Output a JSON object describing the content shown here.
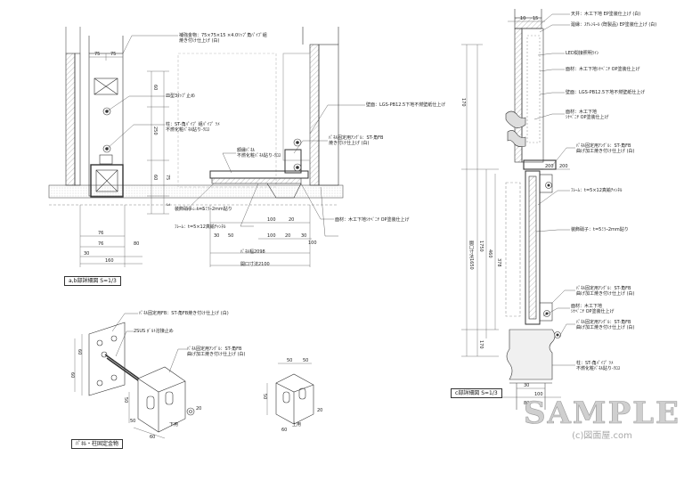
{
  "titles": {
    "ab_detail": "a,b部詳細図  S=1/3",
    "c_detail": "c部詳細図  S=1/3",
    "hardware": "ﾊﾟﾈﾙ・柱固定金物"
  },
  "watermark": {
    "main": "SAMPLE",
    "sub": "(c)図面屋.com"
  },
  "ab_labels": {
    "hokyou": "補強金物：75×75×15 ×4.0ﾘｯﾌﾟ角ﾊﾟｲﾌﾟ組",
    "hokyou2": "焼き付け仕上げ (白)",
    "bolt": "皿型3ﾀｯﾌﾟ止め",
    "hashira": "柱：ST-角ﾊﾟｲﾌﾟ 組ﾊﾟｲﾌﾟ ﾂﾒ",
    "hashira2": "不燃化粧ﾊﾟﾈﾙ貼り-ｸﾛｽ",
    "heki": "壁面：LGS-PB12.5下地不燃壁紙仕上げ",
    "panel_kotei": "ﾊﾟﾈﾙ固定用ｱﾝｸﾞﾙ：ST-角FB",
    "panel_kotei2": "焼き付け仕上げ (白)",
    "waku": "額縁ﾊﾟﾈﾙ",
    "waku2": "不燃化粧ﾊﾟﾈﾙ貼り-ｸﾛｽ",
    "glass": "装飾硝子：t=5ﾐﾗｰ2mm貼り",
    "frame": "ﾌﾚｰﾑ：t=5×12真鍮ﾁｬﾝﾈﾙ",
    "zaishitu": "面材：木工下地ｼﾅﾍﾞﾆﾔ OP塗装仕上げ",
    "panel_w": "ﾊﾟﾈﾙ幅2098",
    "kaikou_w": "開口寸法2100"
  },
  "c_labels": {
    "tenjou": "天井：木工下地 EP塗装仕上げ (白)",
    "mawaribuchi": "廻縁：ｽﾁﾚﾝﾓｰﾙ (既製品) EP塗装仕上げ (白)",
    "led": "LED間接照明ﾗｲﾝ",
    "tana": "面材：木工下地ｼﾅﾍﾞﾆﾔ OP塗装仕上げ",
    "hekimen": "壁面：LGS-PB12.5下地不燃壁紙仕上げ",
    "mokko": "面材：木工下地",
    "mokko2": "ｼﾅﾍﾞﾆﾔ OP塗装仕上げ",
    "angle1": "ﾊﾟﾈﾙ固定用ｱﾝｸﾞﾙ：ST-角FB",
    "angle1b": "曲げ加工焼き付け仕上げ (白)",
    "frame": "ﾌﾚｰﾑ：t=5×12真鍮ﾁｬﾝﾈﾙ",
    "glass": "装飾硝子：t=5ﾐﾗｰ2mm貼り",
    "angle2": "ﾊﾟﾈﾙ固定用ｱﾝｸﾞﾙ：ST-角FB",
    "angle2b": "曲げ加工焼き付け仕上げ (白)",
    "mokko3": "面材：木工下地",
    "mokko3b": "ｼﾅﾍﾞﾆﾔ OP塗装仕上げ",
    "angle3": "ﾊﾟﾈﾙ固定用ｱﾝｸﾞﾙ：ST-角FB",
    "angle3b": "曲げ加工焼き付け仕上げ (白)",
    "hashira": "柱：ST-角ﾊﾟｲﾌﾟ ﾂﾒ",
    "hashira2": "不燃化粧ﾊﾟﾈﾙ貼り-ｸﾛｽ",
    "kaikou_h": "開口寸法1650"
  },
  "hw_labels": {
    "top": "ﾊﾟﾈﾙ固定用FB：ST-角FB焼き付け仕上げ (白)",
    "bolt": "2SUS ﾎﾞﾙﾄ溶接止め",
    "angle": "ﾊﾟﾈﾙ固定用ｱﾝｸﾞﾙ：ST-角FB",
    "angle2": "曲げ加工焼き付け仕上げ (白)",
    "kayou": "下用",
    "jouyou": "上用"
  },
  "dims_ab": {
    "top_a": "75",
    "top_b": "75",
    "v1": "60",
    "v2": "250",
    "v3": "60",
    "v4": "75",
    "v5": "3",
    "b1": "76",
    "b2": "76",
    "b3": "80",
    "r1": "30",
    "r2": "160",
    "p1": "100",
    "p2": "20",
    "p3": "30",
    "c1": "30",
    "c2": "50",
    "w1": "100",
    "w2": "20",
    "w3": "100"
  },
  "dims_c": {
    "t1": "10",
    "t2": "15",
    "t3": "200",
    "t4": "200",
    "h1": "170",
    "h2": "1750",
    "h3": "460",
    "h4": "378",
    "h5": "170",
    "b1": "30",
    "b2": "100",
    "b3": "80"
  },
  "dims_hw": {
    "a1": "60",
    "a2": "60",
    "a3": "50",
    "a4": "50",
    "a5": "60",
    "a6": "20",
    "b1": "50",
    "b2": "50",
    "b3": "50",
    "b4": "60",
    "b5": "20"
  }
}
